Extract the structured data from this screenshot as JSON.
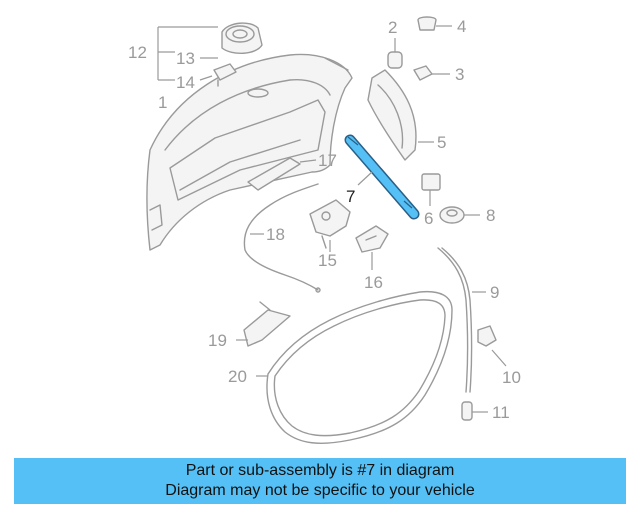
{
  "labels": {
    "l1": "1",
    "l2": "2",
    "l3": "3",
    "l4": "4",
    "l5": "5",
    "l6": "6",
    "l7": "7",
    "l8": "8",
    "l9": "9",
    "l10": "10",
    "l11": "11",
    "l12": "12",
    "l13": "13",
    "l14": "14",
    "l15": "15",
    "l16": "16",
    "l17": "17",
    "l18": "18",
    "l19": "19",
    "l20": "20"
  },
  "highlight_color": "#55c0f5",
  "banner": {
    "line1": "Part or sub-assembly is #7 in diagram",
    "line2": "Diagram may not be specific to your vehicle"
  }
}
